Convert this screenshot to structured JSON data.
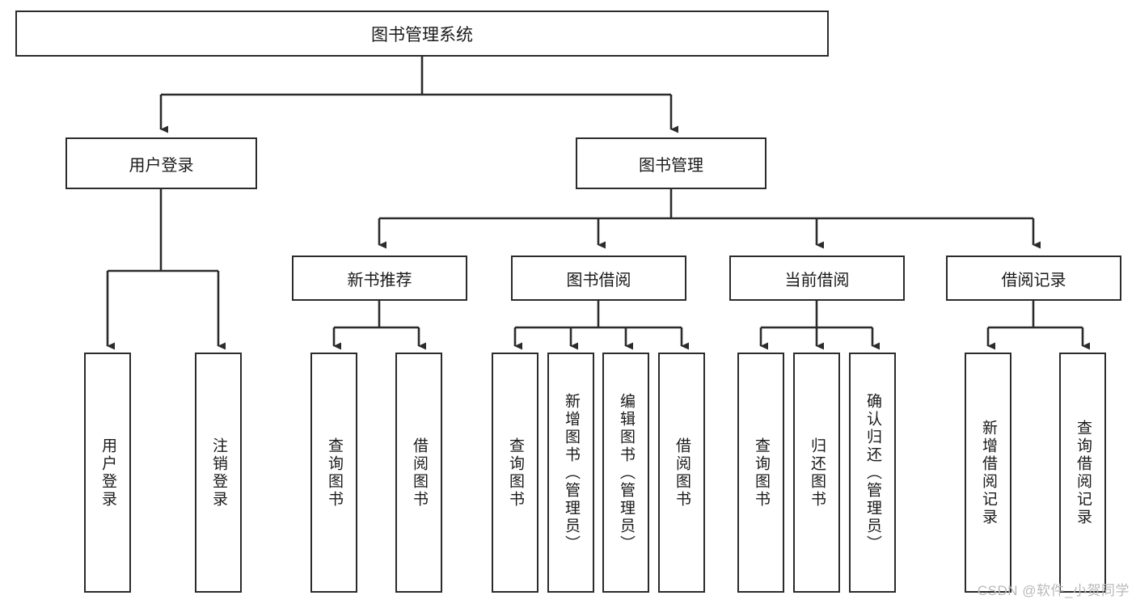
{
  "diagram": {
    "title": "图书管理系统",
    "type": "tree-hierarchy-chart",
    "watermark": "CSDN @软件_小贺同学",
    "colors": {
      "node_border": "#2b2b2b",
      "node_fill": "#ffffff",
      "edge": "#2b2b2b",
      "text": "#1a1a1a",
      "watermark": "#b9b9b9",
      "background": "#ffffff"
    },
    "root": {
      "label": "图书管理系统"
    },
    "level2": [
      {
        "label": "用户登录"
      },
      {
        "label": "图书管理"
      }
    ],
    "level3": [
      {
        "label": "新书推荐"
      },
      {
        "label": "图书借阅"
      },
      {
        "label": "当前借阅"
      },
      {
        "label": "借阅记录"
      }
    ],
    "leaves": {
      "user_login": [
        {
          "label": "用户登录"
        },
        {
          "label": "注销登录"
        }
      ],
      "new_book_recommend": [
        {
          "label": "查询图书"
        },
        {
          "label": "借阅图书"
        }
      ],
      "book_borrow": [
        {
          "label": "查询图书"
        },
        {
          "label": "新增图书（管理员）"
        },
        {
          "label": "编辑图书（管理员）"
        },
        {
          "label": "借阅图书"
        }
      ],
      "current_borrow": [
        {
          "label": "查询图书"
        },
        {
          "label": "归还图书"
        },
        {
          "label": "确认归还（管理员）"
        }
      ],
      "borrow_record": [
        {
          "label": "新增借阅记录"
        },
        {
          "label": "查询借阅记录"
        }
      ]
    }
  }
}
